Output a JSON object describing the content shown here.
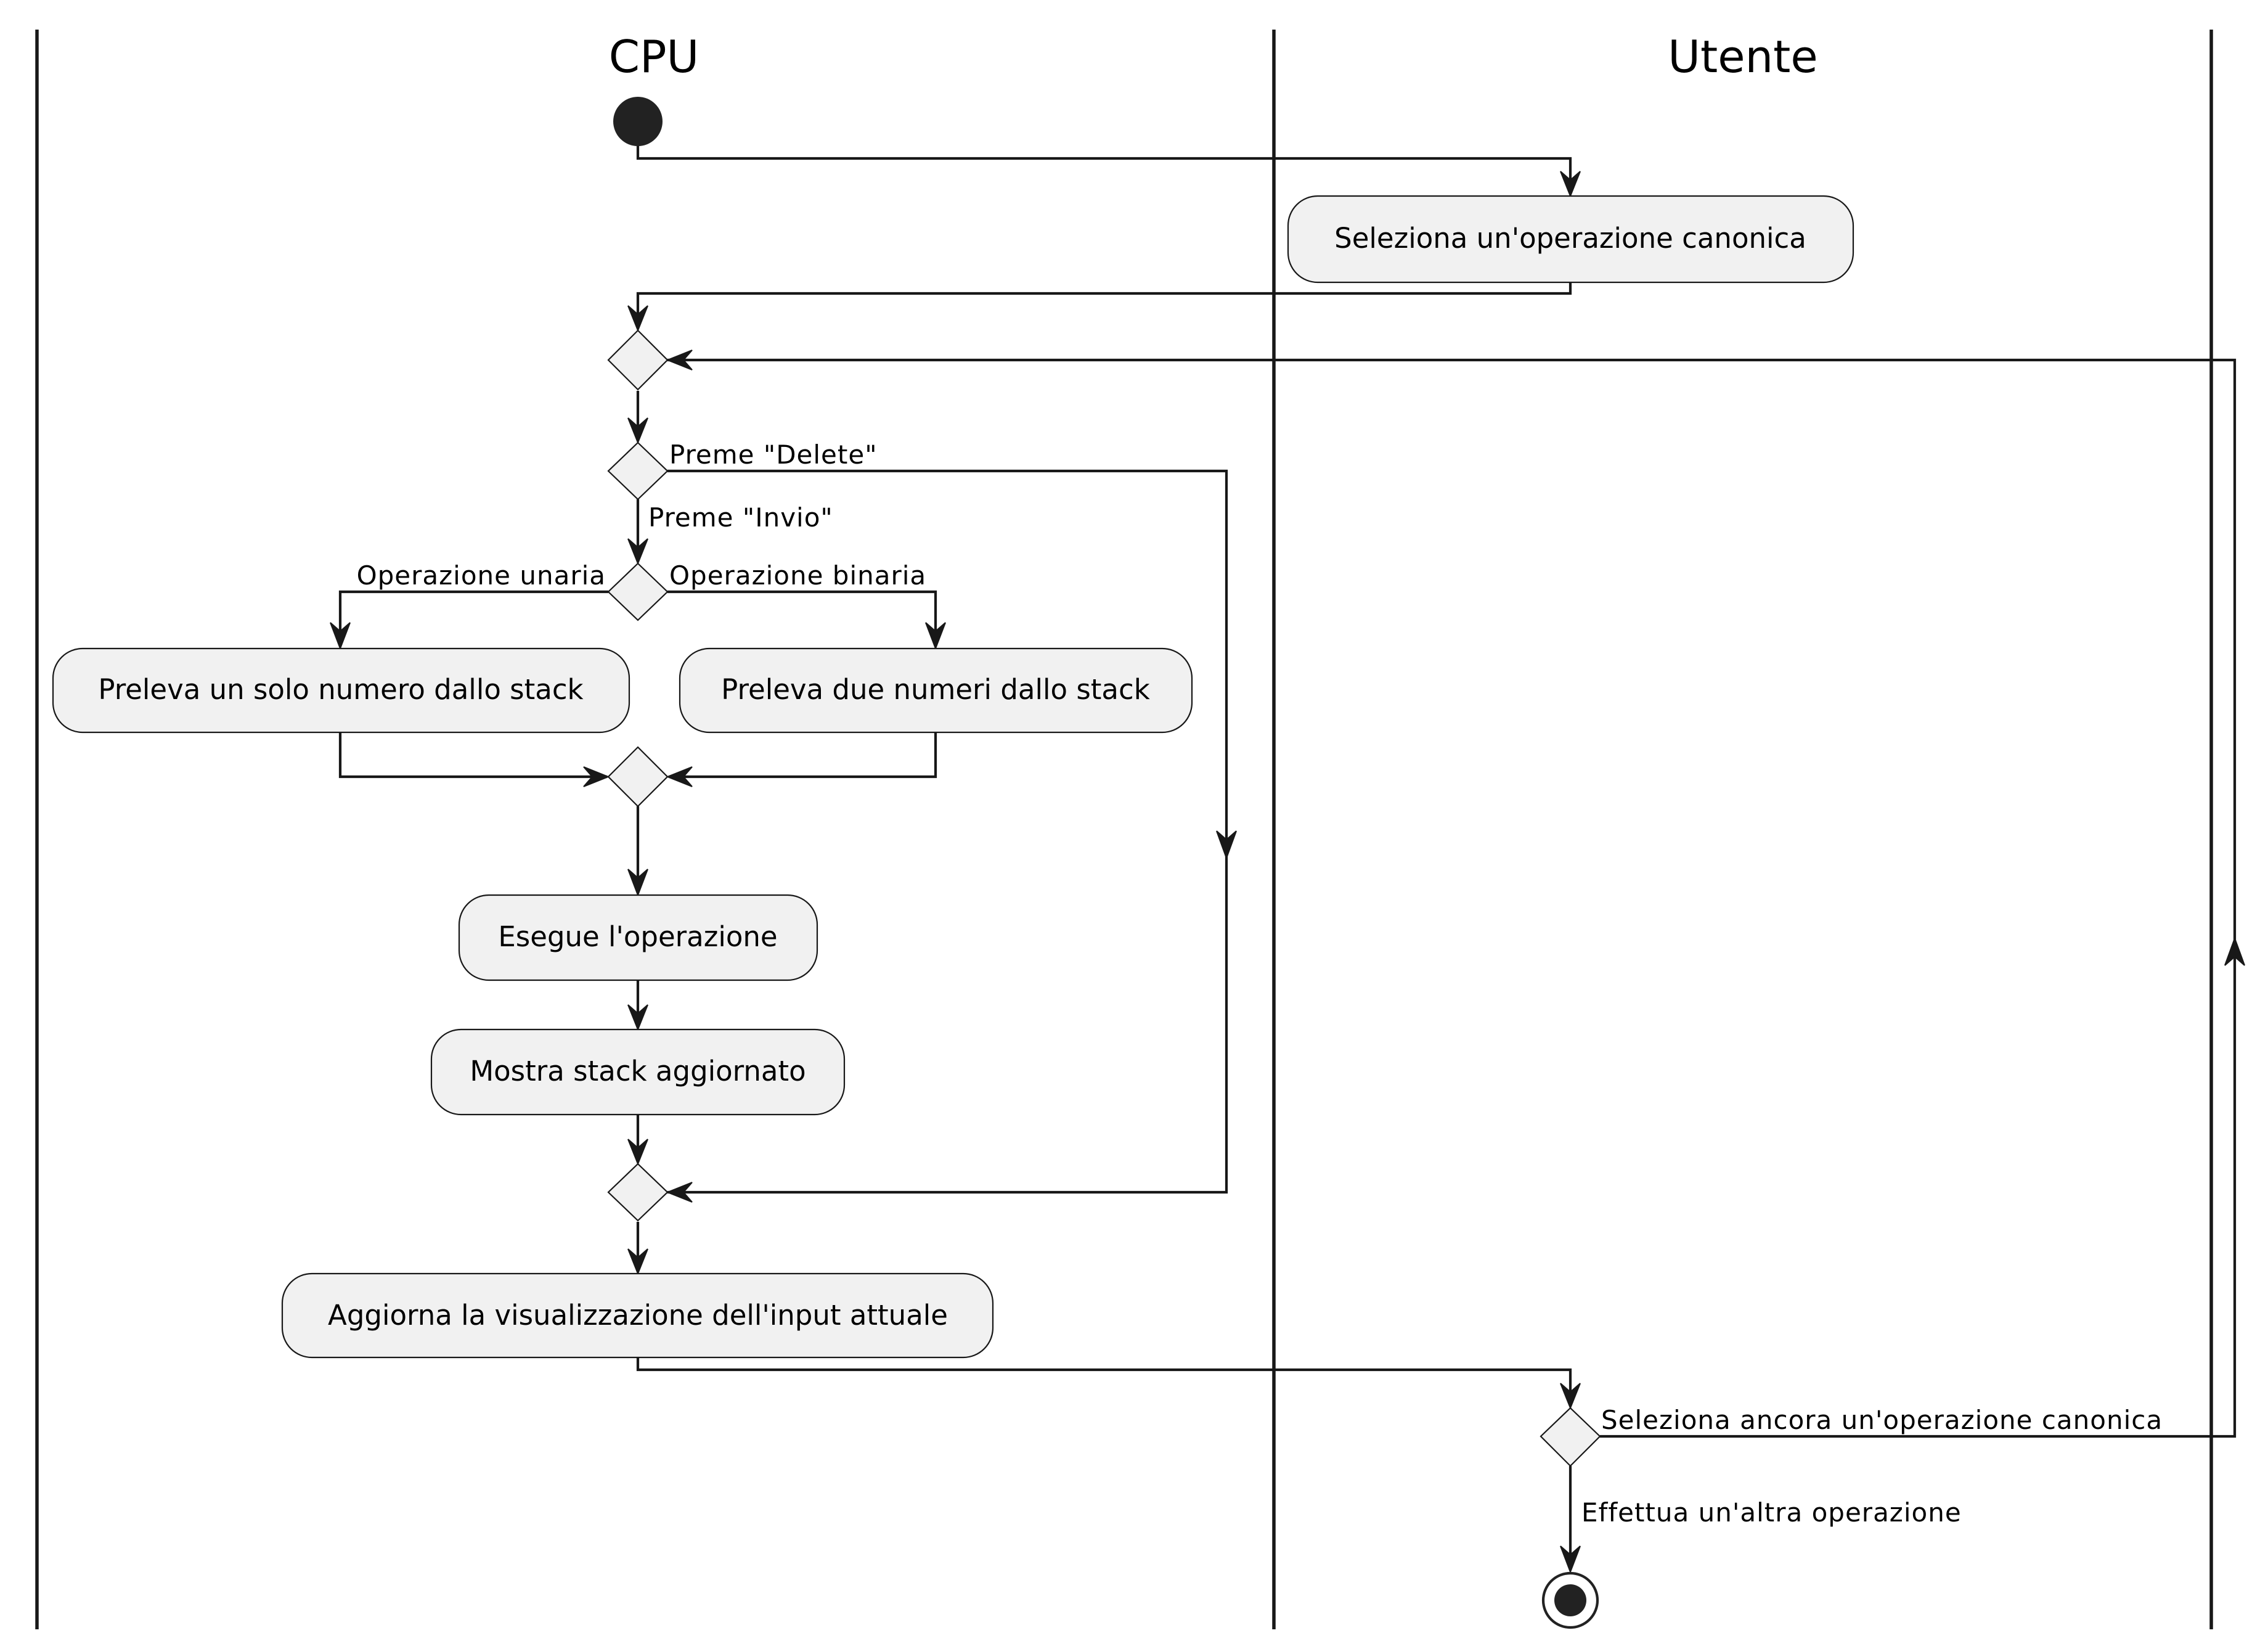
{
  "lanes": {
    "cpu": "CPU",
    "utente": "Utente"
  },
  "actions": {
    "seleziona": "Seleziona un'operazione canonica",
    "preleva_uno": "Preleva un solo numero dallo stack",
    "preleva_due": "Preleva due numeri dallo stack",
    "esegue": "Esegue l'operazione",
    "mostra": "Mostra stack aggiornato",
    "aggiorna": "Aggiorna la visualizzazione dell'input attuale"
  },
  "guards": {
    "delete": "Preme \"Delete\"",
    "invio": "Preme \"Invio\"",
    "unaria": "Operazione unaria",
    "binaria": "Operazione binaria",
    "ancora": "Seleziona ancora un'operazione canonica",
    "altra": "Effettua un'altra operazione"
  }
}
